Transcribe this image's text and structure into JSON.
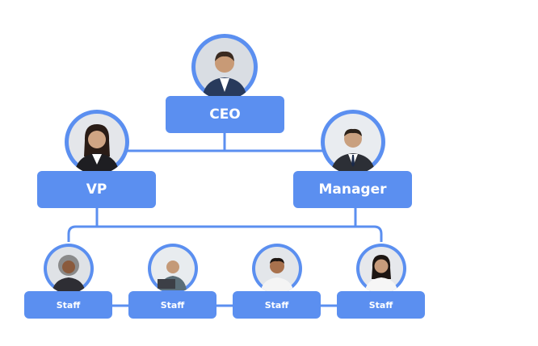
{
  "org_chart": {
    "ceo": {
      "label": "CEO",
      "photo": "person-photo-man-suit"
    },
    "vp": {
      "label": "VP",
      "photo": "person-photo-woman-blazer"
    },
    "manager": {
      "label": "Manager",
      "photo": "person-photo-man-suit"
    },
    "staff": [
      {
        "label": "Staff",
        "photo": "person-photo-woman-curly-hair"
      },
      {
        "label": "Staff",
        "photo": "person-photo-man-laptop"
      },
      {
        "label": "Staff",
        "photo": "person-photo-man-white-shirt"
      },
      {
        "label": "Staff",
        "photo": "person-photo-woman-white-top"
      }
    ]
  },
  "colors": {
    "node": "#5b8ff0",
    "connector": "#5b8ff0",
    "text": "#ffffff"
  }
}
